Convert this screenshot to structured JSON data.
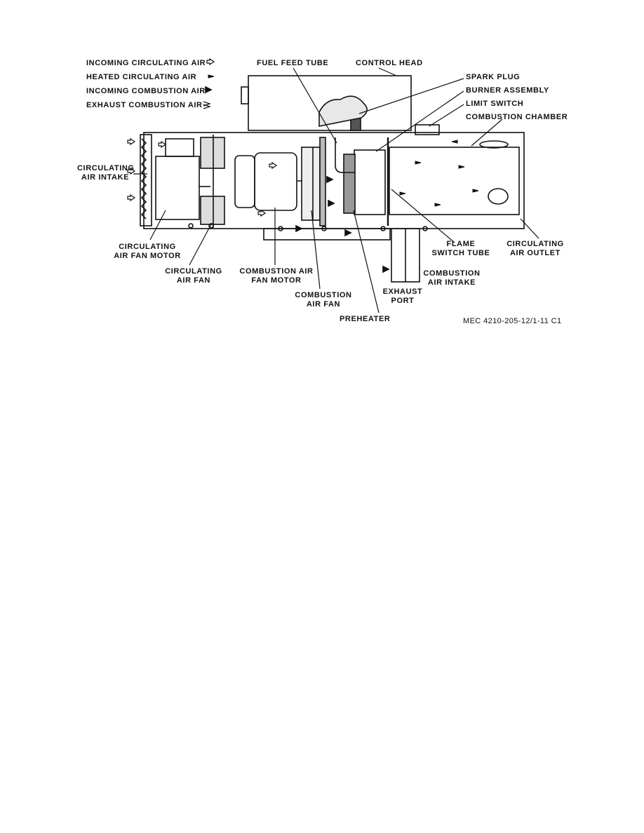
{
  "legend": [
    {
      "label": "INCOMING CIRCULATING AIR",
      "symbol": "outline-arrow-icon"
    },
    {
      "label": "HEATED CIRCULATING AIR",
      "symbol": "thin-arrow-icon"
    },
    {
      "label": "INCOMING COMBUSTION AIR",
      "symbol": "solid-arrow-icon"
    },
    {
      "label": "EXHAUST COMBUSTION AIR",
      "symbol": "chevron-arrow-icon"
    }
  ],
  "labels": {
    "fuel_feed_tube": "FUEL FEED TUBE",
    "control_head": "CONTROL HEAD",
    "spark_plug": "SPARK PLUG",
    "burner_assembly": "BURNER ASSEMBLY",
    "limit_switch": "LIMIT SWITCH",
    "combustion_chamber": "COMBUSTION CHAMBER",
    "circulating_air_intake_1": "CIRCULATING",
    "circulating_air_intake_2": "AIR INTAKE",
    "circulating_air_fan_motor_1": "CIRCULATING",
    "circulating_air_fan_motor_2": "AIR FAN MOTOR",
    "circulating_air_fan_1": "CIRCULATING",
    "circulating_air_fan_2": "AIR FAN",
    "combustion_air_fan_motor_1": "COMBUSTION AIR",
    "combustion_air_fan_motor_2": "FAN MOTOR",
    "combustion_air_fan_1": "COMBUSTION",
    "combustion_air_fan_2": "AIR FAN",
    "preheater": "PREHEATER",
    "exhaust_port_1": "EXHAUST",
    "exhaust_port_2": "PORT",
    "combustion_air_intake_1": "COMBUSTION",
    "combustion_air_intake_2": "AIR INTAKE",
    "flame_switch_tube_1": "FLAME",
    "flame_switch_tube_2": "SWITCH TUBE",
    "circulating_air_outlet_1": "CIRCULATING",
    "circulating_air_outlet_2": "AIR OUTLET"
  },
  "figure_id": "MEC 4210-205-12/1-11   C1"
}
